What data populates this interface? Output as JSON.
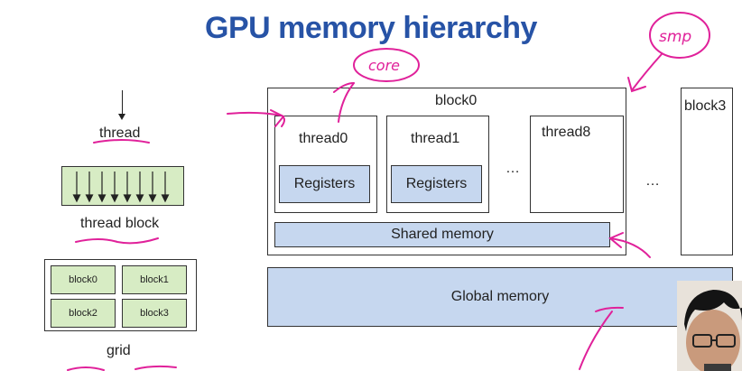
{
  "title": "GPU memory hierarchy",
  "legend": {
    "thread": "thread",
    "thread_block": "thread block",
    "grid": "grid",
    "grid_blocks": [
      "block0",
      "block1",
      "block2",
      "block3"
    ]
  },
  "block0": {
    "label": "block0",
    "threads": [
      {
        "label": "thread0",
        "registers": "Registers"
      },
      {
        "label": "thread1",
        "registers": "Registers"
      },
      {
        "label": "thread8"
      }
    ],
    "ellipsis": "…",
    "shared_memory": "Shared memory"
  },
  "block3": {
    "label": "block3"
  },
  "between_blocks_ellipsis": "…",
  "global_memory": "Global memory",
  "annotations": {
    "core": "core",
    "smp": "smp"
  }
}
